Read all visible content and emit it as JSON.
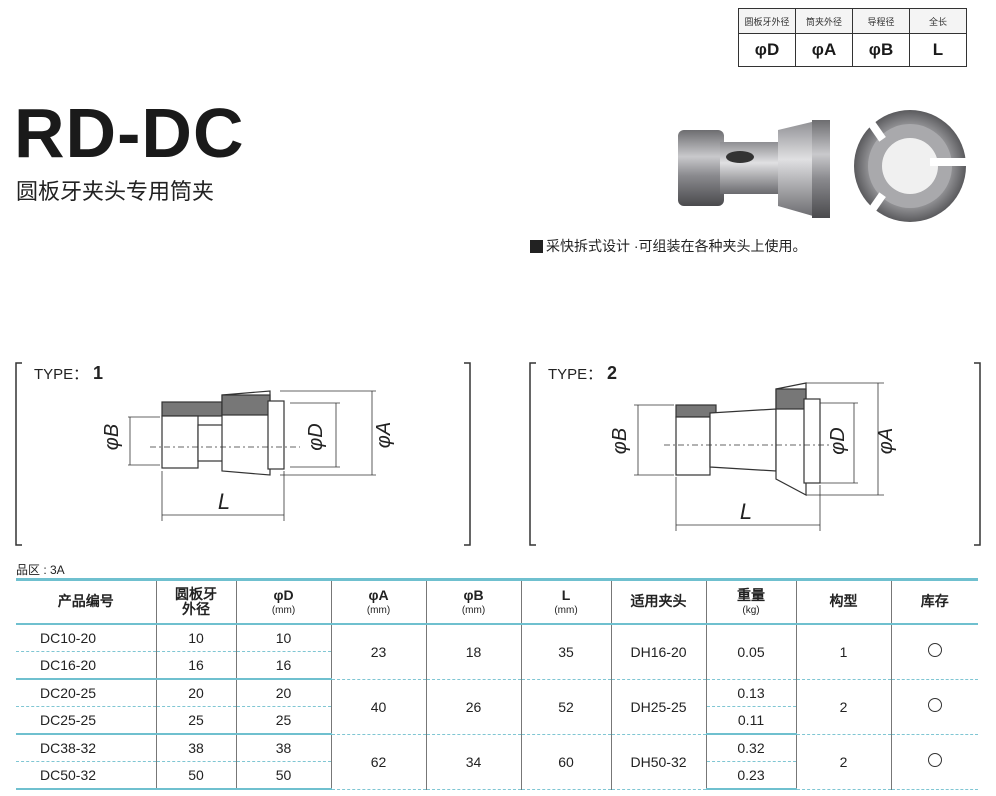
{
  "legend": {
    "headers": [
      "圆板牙外径",
      "筒夹外径",
      "导程径",
      "全长"
    ],
    "symbols": [
      "φD",
      "φA",
      "φB",
      "L"
    ]
  },
  "title": "RD-DC",
  "subtitle": "圆板牙夹头专用筒夹",
  "feature_text": "采快拆式设计 ·可组装在各种夹头上使用。",
  "type1": {
    "label": "TYPE：",
    "number": "1",
    "dim_B": "φB",
    "dim_D": "φD",
    "dim_A": "φA",
    "dim_L": "L"
  },
  "type2": {
    "label": "TYPE：",
    "number": "2",
    "dim_B": "φB",
    "dim_D": "φD",
    "dim_A": "φA",
    "dim_L": "L"
  },
  "lot": "品区 : 3A",
  "table": {
    "headers": {
      "code": "产品编号",
      "die_od_1": "圆板牙",
      "die_od_2": "外径",
      "phiD": "φD",
      "phiD_unit": "(mm)",
      "phiA": "φA",
      "phiA_unit": "(mm)",
      "phiB": "φB",
      "phiB_unit": "(mm)",
      "L": "L",
      "L_unit": "(mm)",
      "holder": "适用夹头",
      "weight": "重量",
      "weight_unit": "(kg)",
      "type": "构型",
      "stock": "库存"
    },
    "groups": [
      {
        "rows": [
          {
            "code": "DC10-20",
            "die_od": "10",
            "phiD": "10"
          },
          {
            "code": "DC16-20",
            "die_od": "16",
            "phiD": "16"
          }
        ],
        "phiA": "23",
        "phiB": "18",
        "L": "35",
        "holder": "DH16-20",
        "weights": [
          "0.05"
        ],
        "type": "1",
        "stock": "○"
      },
      {
        "rows": [
          {
            "code": "DC20-25",
            "die_od": "20",
            "phiD": "20"
          },
          {
            "code": "DC25-25",
            "die_od": "25",
            "phiD": "25"
          }
        ],
        "phiA": "40",
        "phiB": "26",
        "L": "52",
        "holder": "DH25-25",
        "weights": [
          "0.13",
          "0.11"
        ],
        "type": "2",
        "stock": "○"
      },
      {
        "rows": [
          {
            "code": "DC38-32",
            "die_od": "38",
            "phiD": "38"
          },
          {
            "code": "DC50-32",
            "die_od": "50",
            "phiD": "50"
          }
        ],
        "phiA": "62",
        "phiB": "34",
        "L": "60",
        "holder": "DH50-32",
        "weights": [
          "0.32",
          "0.23"
        ],
        "type": "2",
        "stock": "○"
      }
    ]
  }
}
